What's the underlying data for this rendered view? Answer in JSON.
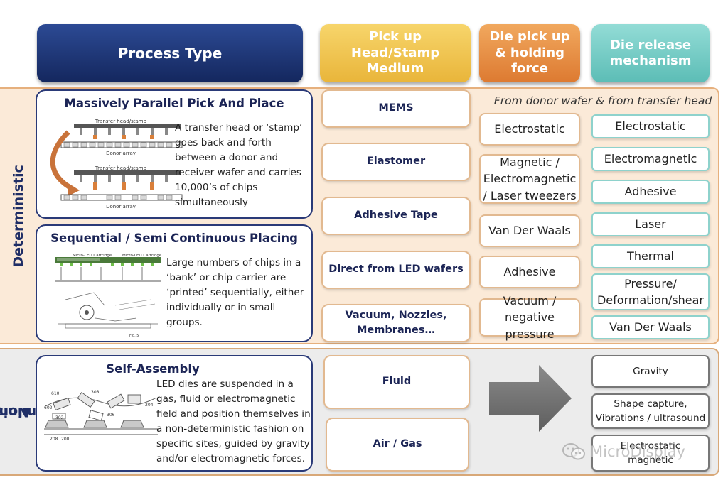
{
  "headers": {
    "process_type": "Process Type",
    "pickup": [
      "Pick up",
      "Head/Stamp",
      "Medium"
    ],
    "holding": [
      "Die pick up",
      "& holding",
      "force"
    ],
    "release": [
      "Die release",
      "mechanism"
    ]
  },
  "sections": {
    "deterministic": "Deterministic",
    "non_deterministic": [
      "Non-",
      "Deterministic"
    ]
  },
  "processes": {
    "parallel": {
      "title": "Massively Parallel Pick And Place",
      "text": [
        "A transfer head or ‘stamp’",
        "goes back and forth",
        "between a donor and",
        "receiver wafer and carries",
        "10,000’s of chips",
        "simultaneously"
      ],
      "figure_labels": [
        "Transfer head/stamp",
        "Donor array",
        "Transfer head/stamp",
        "Donor array"
      ]
    },
    "sequential": {
      "title": "Sequential / Semi Continuous Placing",
      "text": [
        "Large numbers of chips in a",
        "‘bank’ or chip carrier are",
        "‘printed’ sequentially, either",
        "individually or in small",
        "groups."
      ],
      "figure_labels": [
        "Micro-LED Cartridge",
        "Micro-LED Cartridge",
        "Fig. 5"
      ]
    },
    "self_assembly": {
      "title": "Self-Assembly",
      "text": [
        "LED dies are suspended in a",
        "gas,  fluid or electromagnetic",
        "field and position themselves in",
        "a non-deterministic fashion on",
        "specific sites, guided by gravity",
        "and/or electromagnetic forces."
      ],
      "figure_labels": [
        "610",
        "602",
        "308",
        "302",
        "306",
        "204",
        "208",
        "200"
      ]
    }
  },
  "pickup_media": {
    "deterministic": [
      "MEMS",
      "Elastomer",
      "Adhesive Tape",
      "Direct from LED wafers",
      [
        "Vacuum, Nozzles,",
        "Membranes…"
      ]
    ],
    "non_deterministic": [
      "Fluid",
      "Air / Gas"
    ]
  },
  "holding_forces": [
    "Electrostatic",
    [
      "Magnetic /",
      "Electromagnetic",
      "/ Laser tweezers"
    ],
    "Van Der Waals",
    "Adhesive",
    [
      "Vacuum / negative",
      "pressure"
    ]
  ],
  "release_note": "From donor wafer & from transfer head",
  "release_mechanisms": {
    "deterministic": [
      "Electrostatic",
      "Electromagnetic",
      "Adhesive",
      "Laser",
      "Thermal",
      [
        "Pressure/",
        "Deformation/shear"
      ],
      "Van Der Waals"
    ],
    "non_deterministic": [
      "Gravity",
      [
        "Shape capture,",
        "Vibrations / ultrasound"
      ],
      [
        "Electrostatic",
        "magnetic"
      ]
    ]
  },
  "watermark": "MicroDisplay",
  "colors": {
    "process_header": "#1e3677",
    "pickup_header": "#f0c552",
    "holding_header": "#e68c43",
    "release_header": "#79ccc6",
    "deterministic_band": "#fbead8",
    "non_deterministic_band": "#ececec",
    "arrow": "#6e6e6e"
  },
  "icons": [
    "curved-arrow-icon",
    "right-arrow-icon",
    "wechat-icon"
  ]
}
